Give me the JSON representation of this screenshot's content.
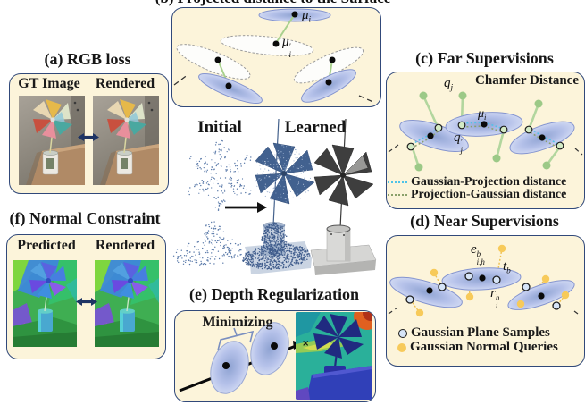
{
  "colors": {
    "panel_bg": "#fcf4da",
    "panel_border": "#31497a",
    "gaussian_fill": "#b6c2ea",
    "gaussian_stroke": "#8494cf",
    "green_query": "#9cc987",
    "yellow_query": "#f7ca5a",
    "gaussian_projection_dotted": "#4ec3e8",
    "projection_gaussian_dotted": "#8aa06a",
    "arrow_navy": "#1e3464"
  },
  "panel_a": {
    "title": "(a) RGB loss",
    "left_label": "GT Image",
    "right_label": "Rendered"
  },
  "panel_b": {
    "title_clipped": "(b) Projected distance to the Surface",
    "mu": {
      "base": "μ",
      "sub": "i"
    },
    "mu_prime": {
      "base": "μ",
      "sup": "′",
      "sub": "i"
    }
  },
  "middle": {
    "initial": "Initial",
    "learned": "Learned"
  },
  "panel_c": {
    "title": "(c) Far Supervisions",
    "corner_label": "Chamfer Distance",
    "q": {
      "base": "q",
      "sub": "j"
    },
    "mu": {
      "base": "μ",
      "sub": "i"
    },
    "q_prime": {
      "base": "q",
      "sup": "′",
      "sub": "j"
    },
    "legend": [
      {
        "label": "Gaussian-Projection distance"
      },
      {
        "label": "Projection-Gaussian distance"
      }
    ]
  },
  "panel_d": {
    "title": "(d) Near Supervisions",
    "e": {
      "base": "e",
      "sup": "b",
      "sub": "i,h"
    },
    "t": {
      "base": "t",
      "sub": "b"
    },
    "r": {
      "base": "r",
      "sup": "h",
      "sub": "i"
    },
    "legend": [
      {
        "label": "Gaussian Plane Samples"
      },
      {
        "label": "Gaussian Normal Queries"
      }
    ]
  },
  "panel_e": {
    "title": "(e) Depth Regularization",
    "annotation": "Minimizing",
    "axis_marker": "×"
  },
  "panel_f": {
    "title": "(f) Normal Constraint",
    "left_label": "Predicted",
    "right_label": "Rendered"
  }
}
